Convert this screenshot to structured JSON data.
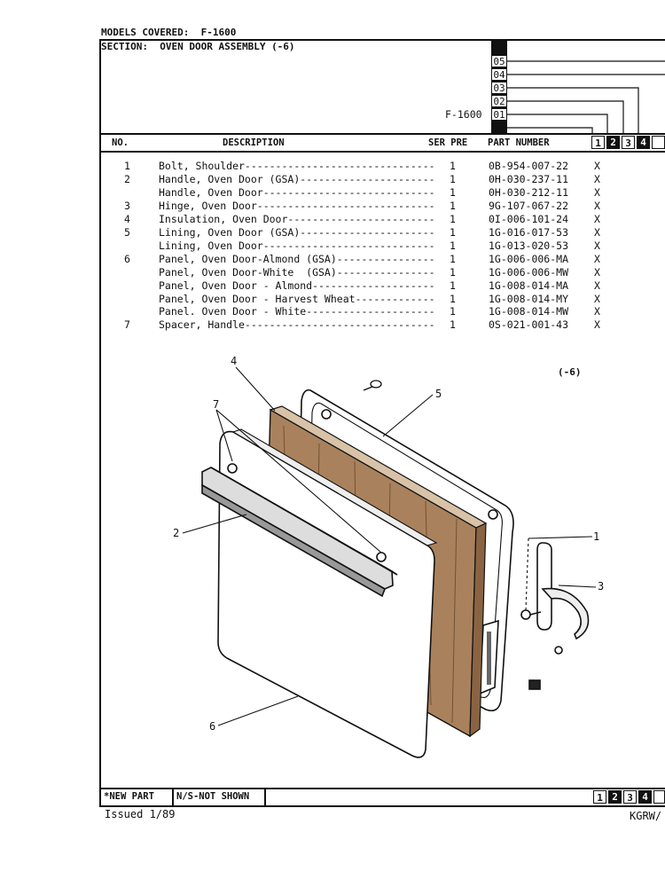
{
  "header": {
    "models_label": "MODELS COVERED:",
    "models_value": "F-1600",
    "section_label": "SECTION:",
    "section_value": "OVEN DOOR ASSEMBLY (-6)",
    "model_tag": "F-1600",
    "stack_numbers": [
      "05",
      "04",
      "03",
      "02",
      "01"
    ]
  },
  "columns": {
    "no": "NO.",
    "description": "DESCRIPTION",
    "ser_pre": "SER PRE",
    "part_number": "PART NUMBER",
    "col_nums": [
      "1",
      "2",
      "3",
      "4"
    ]
  },
  "parts": [
    {
      "no": "1",
      "desc": "Bolt, Shoulder-------------------------------",
      "qty": "1",
      "pn": "0B-954-007-22",
      "x": "X"
    },
    {
      "no": "2",
      "desc": "Handle, Oven Door (GSA)----------------------",
      "qty": "1",
      "pn": "0H-030-237-11",
      "x": "X"
    },
    {
      "no": "",
      "desc": "Handle, Oven Door----------------------------",
      "qty": "1",
      "pn": "0H-030-212-11",
      "x": "X"
    },
    {
      "no": "3",
      "desc": "Hinge, Oven Door-----------------------------",
      "qty": "1",
      "pn": "9G-107-067-22",
      "x": "X"
    },
    {
      "no": "4",
      "desc": "Insulation, Oven Door------------------------",
      "qty": "1",
      "pn": "0I-006-101-24",
      "x": "X"
    },
    {
      "no": "5",
      "desc": "Lining, Oven Door (GSA)----------------------",
      "qty": "1",
      "pn": "1G-016-017-53",
      "x": "X"
    },
    {
      "no": "",
      "desc": "Lining, Oven Door----------------------------",
      "qty": "1",
      "pn": "1G-013-020-53",
      "x": "X"
    },
    {
      "no": "6",
      "desc": "Panel, Oven Door-Almond (GSA)----------------",
      "qty": "1",
      "pn": "1G-006-006-MA",
      "x": "X"
    },
    {
      "no": "",
      "desc": "Panel, Oven Door-White  (GSA)----------------",
      "qty": "1",
      "pn": "1G-006-006-MW",
      "x": "X"
    },
    {
      "no": "",
      "desc": "Panel, Oven Door - Almond--------------------",
      "qty": "1",
      "pn": "1G-008-014-MA",
      "x": "X"
    },
    {
      "no": "",
      "desc": "Panel, Oven Door - Harvest Wheat-------------",
      "qty": "1",
      "pn": "1G-008-014-MY",
      "x": "X"
    },
    {
      "no": "",
      "desc": "Panel. Oven Door - White---------------------",
      "qty": "1",
      "pn": "1G-008-014-MW",
      "x": "X"
    },
    {
      "no": "7",
      "desc": "Spacer, Handle-------------------------------",
      "qty": "1",
      "pn": "0S-021-001-43",
      "x": "X"
    }
  ],
  "diagram": {
    "tag": "(-6)",
    "callouts": [
      "1",
      "2",
      "3",
      "4",
      "5",
      "6",
      "7"
    ]
  },
  "footer": {
    "new_part": "*NEW PART",
    "ns": "N/S-NOT SHOWN",
    "issued": "Issued 1/89",
    "code": "KGRW/",
    "col_nums": [
      "1",
      "2",
      "3",
      "4"
    ]
  }
}
